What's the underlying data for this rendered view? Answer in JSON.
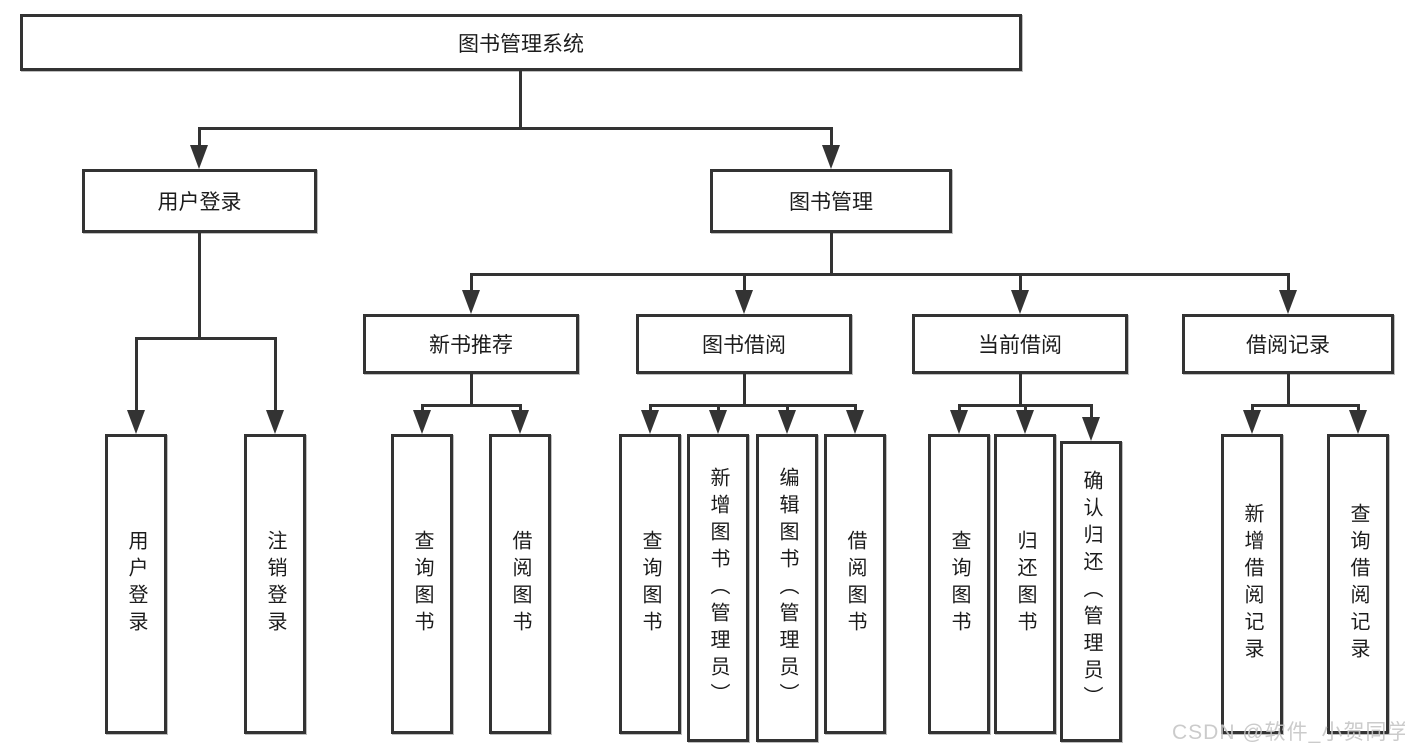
{
  "tree": {
    "root": {
      "label": "图书管理系统"
    },
    "children": [
      {
        "label": "用户登录",
        "children": [
          {
            "label": "用户登录"
          },
          {
            "label": "注销登录"
          }
        ]
      },
      {
        "label": "图书管理",
        "children": [
          {
            "label": "新书推荐",
            "children": [
              {
                "label": "查询图书"
              },
              {
                "label": "借阅图书"
              }
            ]
          },
          {
            "label": "图书借阅",
            "children": [
              {
                "label": "查询图书"
              },
              {
                "label": "新增图书（管理员）"
              },
              {
                "label": "编辑图书（管理员）"
              },
              {
                "label": "借阅图书"
              }
            ]
          },
          {
            "label": "当前借阅",
            "children": [
              {
                "label": "查询图书"
              },
              {
                "label": "归还图书"
              },
              {
                "label": "确认归还（管理员）"
              }
            ]
          },
          {
            "label": "借阅记录",
            "children": [
              {
                "label": "新增借阅记录"
              },
              {
                "label": "查询借阅记录"
              }
            ]
          }
        ]
      }
    ]
  },
  "watermark": "CSDN @软件_小贺同学",
  "colors": {
    "background": "#ffffff",
    "line": "#333333",
    "box_border": "#333333",
    "text": "#1c1c1c",
    "watermark": "#c6c6c6"
  }
}
